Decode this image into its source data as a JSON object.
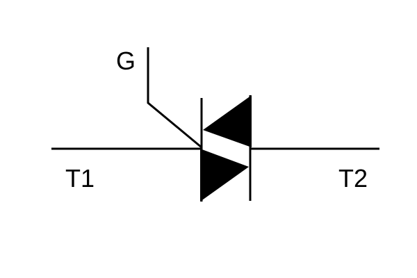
{
  "diagram": {
    "labels": {
      "gate": "G",
      "terminal_1": "T1",
      "terminal_2": "T2"
    },
    "colors": {
      "line": "#000000",
      "background": "#ffffff"
    }
  }
}
